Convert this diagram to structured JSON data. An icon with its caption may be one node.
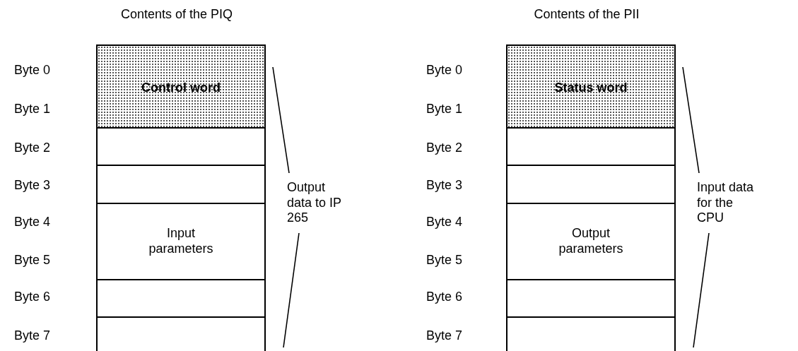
{
  "diagram": {
    "nodes": [
      {
        "text": [
          "Control word"
        ]
      },
      {
        "text": [],
        "shape": "box"
      },
      {
        "text": [],
        "shape": "box"
      },
      {
        "text": [
          "Input parameters"
        ]
      },
      {
        "text": [],
        "shape": "box"
      },
      {
        "text": [],
        "shape": "box"
      },
      {
        "text": [
          "Status word"
        ]
      },
      {
        "text": [],
        "shape": "box"
      },
      {
        "text": [],
        "shape": "box"
      },
      {
        "text": [
          "Output parameters"
        ]
      },
      {
        "text": [],
        "shape": "box"
      },
      {
        "text": [],
        "shape": "box"
      }
    ],
    "edges": [],
    "labels": [
      "Contents of the PIQ",
      "Byte 0",
      "Byte 1",
      "Byte 2",
      "Byte 3",
      "Byte 4",
      "Byte 5",
      "Byte 6",
      "Byte 7",
      "Output data to IP 265",
      "Contents of the PII",
      "Byte 0",
      "Byte 1",
      "Byte 2",
      "Byte 3",
      "Byte 4",
      "Byte 5",
      "Byte 6",
      "Byte 7",
      "Input data for the CPU"
    ]
  }
}
